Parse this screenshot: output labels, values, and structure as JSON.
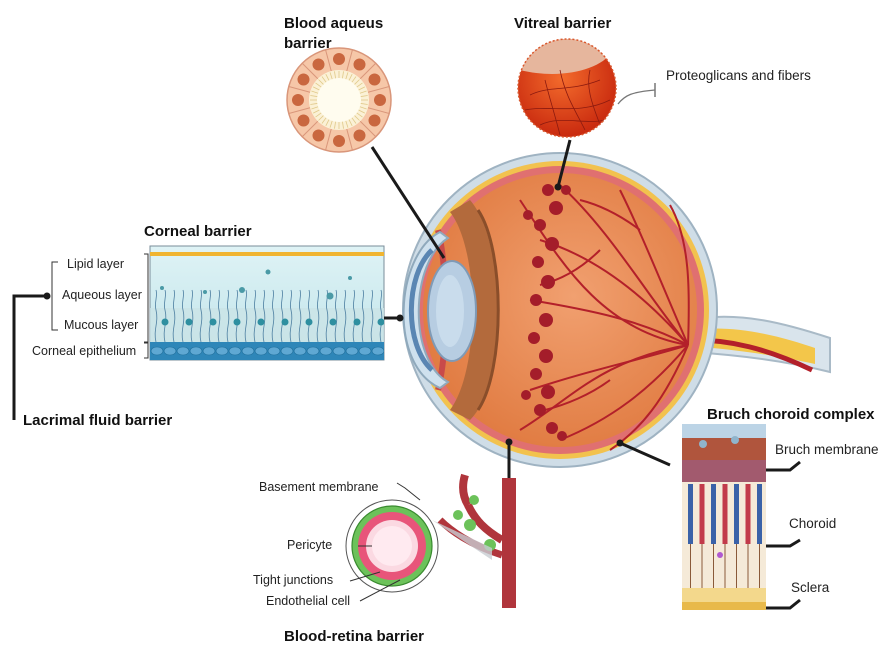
{
  "titles": {
    "blood_aqueus": [
      "Blood aqueus",
      "barrier"
    ],
    "vitreal": "Vitreal barrier",
    "corneal": "Corneal barrier",
    "lacrimal": "Lacrimal fluid barrier",
    "bruch": "Bruch choroid complex",
    "blood_retina": "Blood-retina barrier"
  },
  "labels": {
    "proteoglicans": "Proteoglicans and fibers",
    "lipid_layer": "Lipid layer",
    "aqueous_layer": "Aqueous layer",
    "mucous_layer": "Mucous layer",
    "corneal_epithelium": "Corneal epithelium",
    "bruch_membrane": "Bruch membrane",
    "choroid": "Choroid",
    "sclera": "Sclera",
    "basement_membrane": "Basement membrane",
    "pericyte": "Pericyte",
    "tight_junctions": "Tight junctions",
    "endothelial_cell": "Endothelial cell"
  },
  "colors": {
    "sclera_outer": "#c9dbe6",
    "choroid_pink": "#e07a7a",
    "retina_orange": "#e8874c",
    "vessel_red": "#b3202a",
    "optic_nerve_yellow": "#f3c64a",
    "lens_blue": "#aac6df",
    "tear_blue": "#cbeaf0",
    "vitreous_red": "#e0441c",
    "pericyte_green": "#6cc25a",
    "leader_black": "#1a1a1a"
  }
}
